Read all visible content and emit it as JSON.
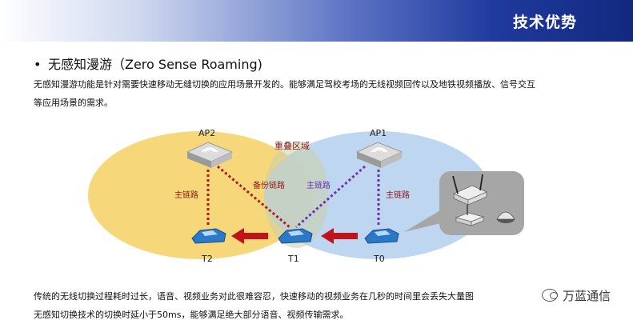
{
  "header": {
    "title": "技术优势"
  },
  "bullet": {
    "marker": "•",
    "title": "无感知漫游（Zero Sense Roaming)"
  },
  "description": [
    "无感知漫游功能是针对需要快速移动无缝切换的应用场景开发的。能够满足驾校考场的无线视频回传以及地铁视频播放、信号交互",
    "等应用场景的需求。"
  ],
  "diagram": {
    "ap_left": "AP2",
    "ap_right": "AP1",
    "overlap_label": "重叠区域",
    "main_link_left": "主链路",
    "backup_link": "备份链路",
    "main_link_mid": "主链路",
    "main_link_right": "主链路",
    "car_left": "T2",
    "car_mid": "T1",
    "car_right": "T0",
    "colors": {
      "left_zone": "#f6d77a",
      "right_zone": "#b9d3ef",
      "link_red": "#b31a1a",
      "link_purple": "#6a2fb5",
      "arrow": "#c0141a",
      "car": "#2a78c8"
    }
  },
  "footer": {
    "line1": "传统的无线切换过程耗时过长，语音、视频业务对此很难容忍，快速移动的视频业务在几秒的时间里会丢失大量图",
    "line2": "无感知切换技术的切换时延小于50ms，能够满足绝大部分语音、视频传输需求。"
  },
  "watermark": {
    "text": "万蓝通信",
    "icon": "wechat-icon"
  }
}
